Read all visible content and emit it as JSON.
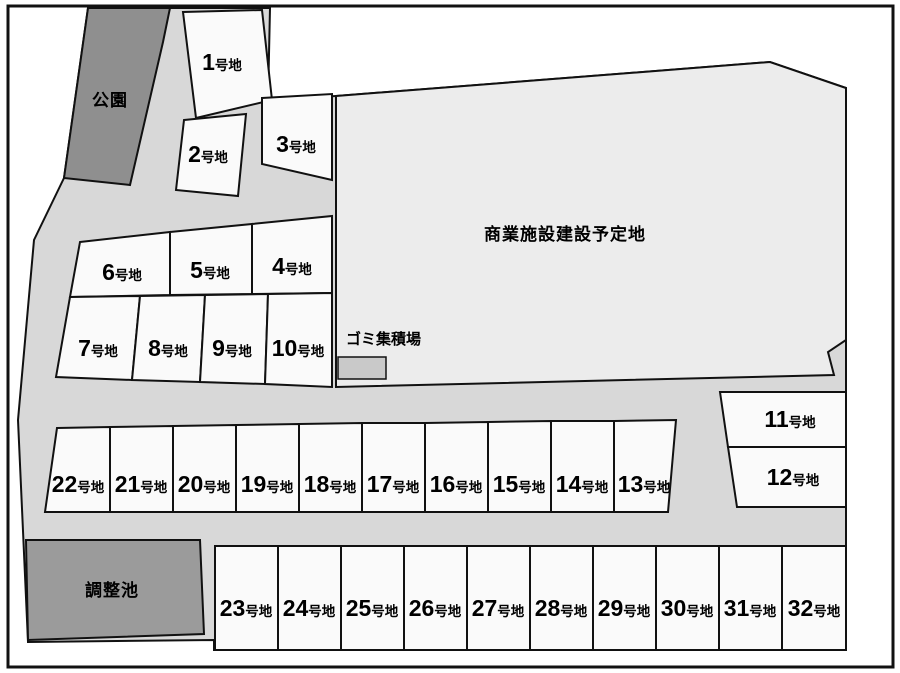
{
  "areas": {
    "park": "公園",
    "commercial": "商業施設建設予定地",
    "garbage": "ゴミ集積場",
    "pond": "調整池"
  },
  "labels": {
    "suffix": "号地"
  },
  "lots": {
    "1": "1",
    "2": "2",
    "3": "3",
    "4": "4",
    "5": "5",
    "6": "6",
    "7": "7",
    "8": "8",
    "9": "9",
    "10": "10",
    "11": "11",
    "12": "12",
    "13": "13",
    "14": "14",
    "15": "15",
    "16": "16",
    "17": "17",
    "18": "18",
    "19": "19",
    "20": "20",
    "21": "21",
    "22": "22",
    "23": "23",
    "24": "24",
    "25": "25",
    "26": "26",
    "27": "27",
    "28": "28",
    "29": "29",
    "30": "30",
    "31": "31",
    "32": "32"
  },
  "colors": {
    "road": "#d8d8d8",
    "lot_fill": "#fafafa",
    "commercial_fill": "#ececec",
    "park_fill": "#8f8f8f",
    "pond_fill": "#9b9b9b",
    "outline": "#111111"
  }
}
